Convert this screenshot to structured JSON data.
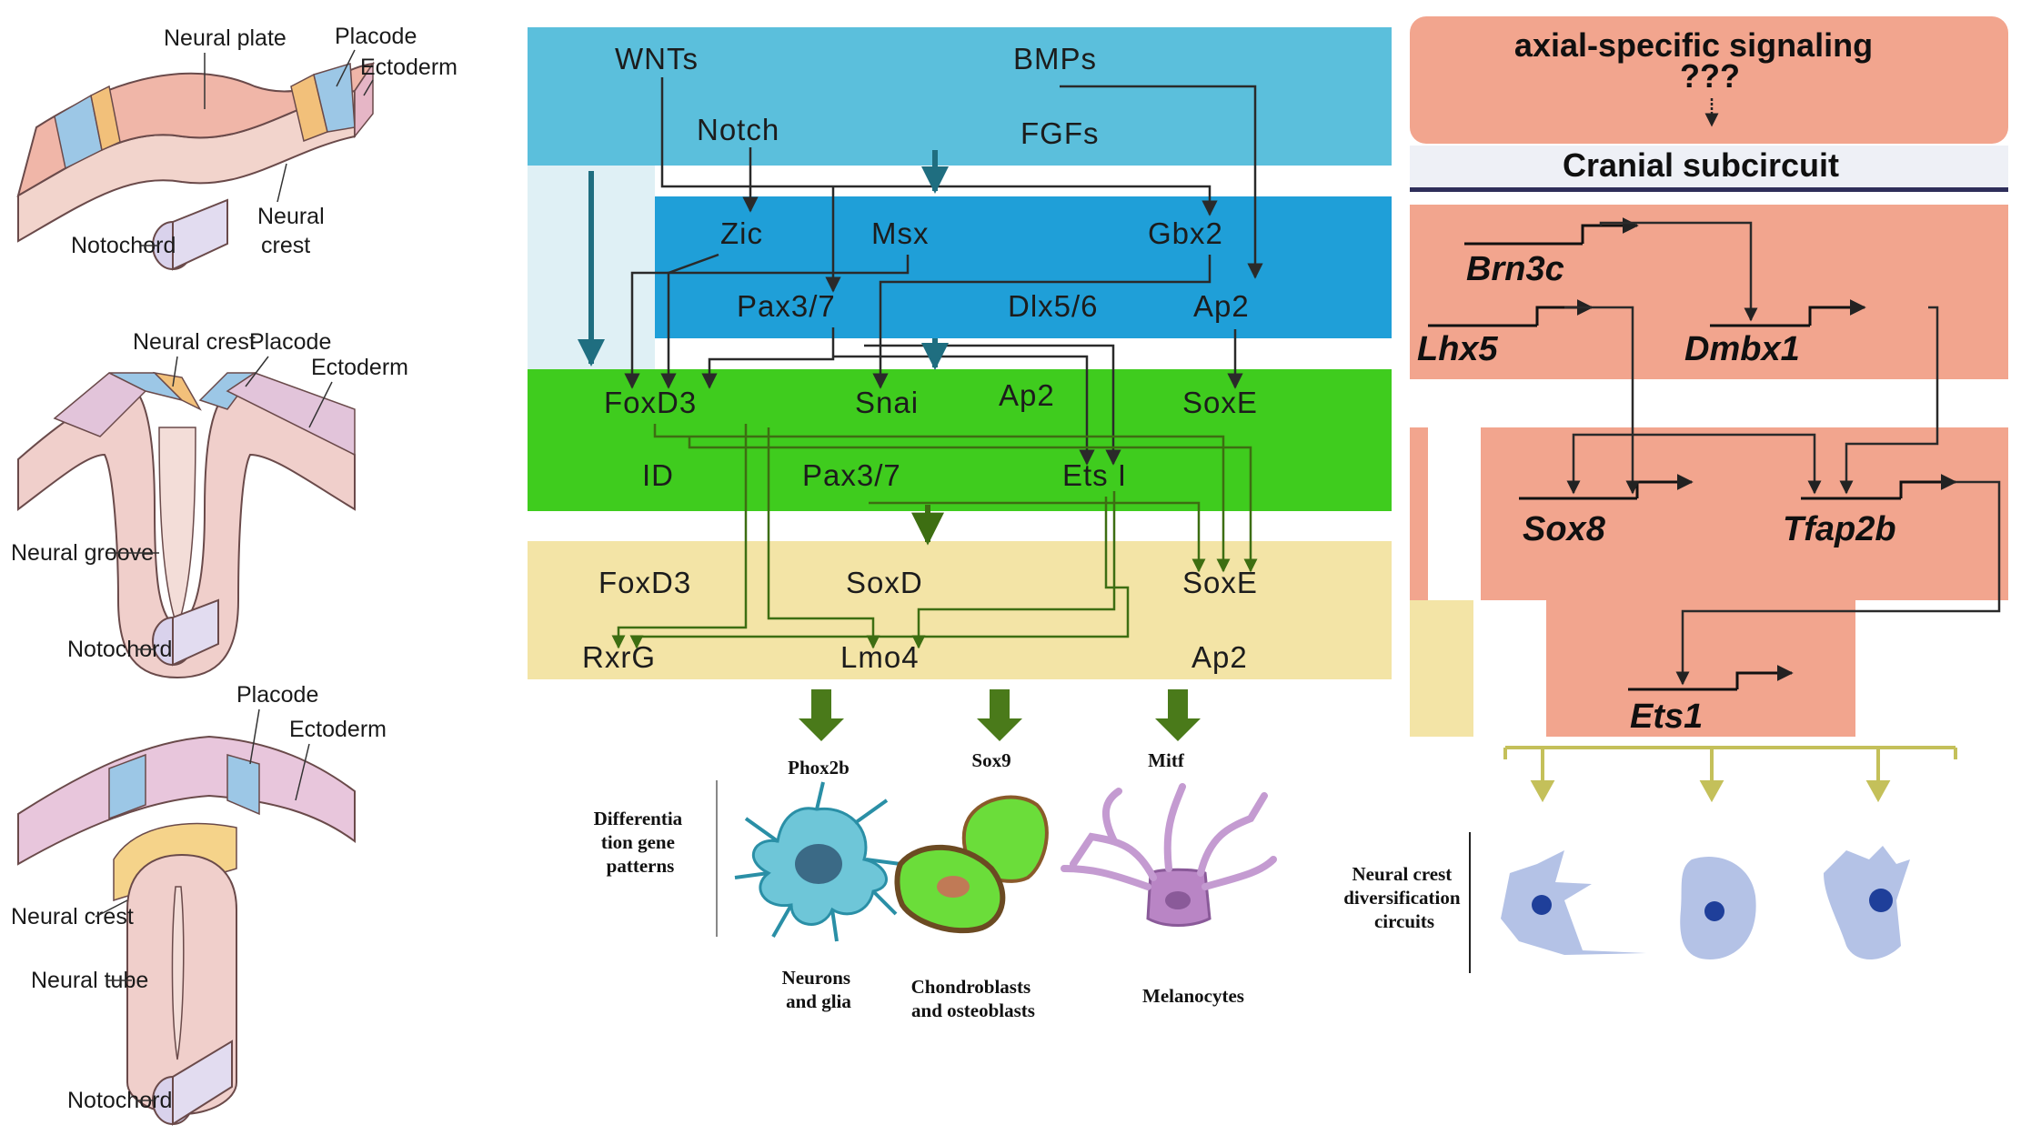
{
  "panelA": {
    "top": {
      "neural_plate": "Neural plate",
      "placode": "Placode",
      "ectoderm": "Ectoderm",
      "neural_crest": "Neural\ncrest",
      "notochord": "Notochord"
    },
    "middle": {
      "neural_crest": "Neural crest",
      "placode": "Placode",
      "ectoderm": "Ectoderm",
      "neural_groove": "Neural groove",
      "notochord": "Notochord"
    },
    "bottom": {
      "placode": "Placode",
      "ectoderm": "Ectoderm",
      "neural_crest": "Neural crest",
      "neural_tube": "Neural tube",
      "notochord": "Notochord"
    }
  },
  "panelB": {
    "signals": {
      "wnts": "WNTs",
      "bmps": "BMPs",
      "notch": "Notch",
      "fgfs": "FGFs"
    },
    "border": {
      "zic": "Zic",
      "msx": "Msx",
      "gbx2": "Gbx2",
      "pax37": "Pax3/7",
      "dlx56": "Dlx5/6",
      "ap2": "Ap2"
    },
    "specifiers": {
      "foxd3": "FoxD3",
      "snai": "Snai",
      "ap2": "Ap2",
      "soxe": "SoxE",
      "id": "ID",
      "pax37": "Pax3/7",
      "ets1": "Ets I"
    },
    "effectors": {
      "foxd3": "FoxD3",
      "soxd": "SoxD",
      "soxe": "SoxE",
      "rxrg": "RxrG",
      "lmo4": "Lmo4",
      "ap2": "Ap2"
    },
    "differentiation_label": "Differentia\ntion gene\npatterns",
    "cells": [
      {
        "marker": "Phox2b",
        "name": "Neurons\nand glia"
      },
      {
        "marker": "Sox9",
        "name": "Chondroblasts\nand osteoblasts"
      },
      {
        "marker": "Mitf",
        "name": "Melanocytes"
      }
    ]
  },
  "panelC": {
    "header_line1": "axial-specific signaling",
    "header_line2": "???",
    "subcircuit": "Cranial subcircuit",
    "genes": {
      "brn3c": "Brn3c",
      "lhx5": "Lhx5",
      "dmbx1": "Dmbx1",
      "sox8": "Sox8",
      "tfap2b": "Tfap2b",
      "ets1": "Ets1"
    },
    "diversification_label": "Neural crest\ndiversification\ncircuits"
  },
  "colors": {
    "blue_band": "#5bbfdc",
    "blue_dark": "#1f9fd8",
    "green_band": "#3fcc1e",
    "yellow_band": "#f3e4a6",
    "salmon": "#f2a58e",
    "arrow_green": "#4a7a1a",
    "arrow_teal": "#1f6e80",
    "arrow_olive": "#c4c05a"
  }
}
